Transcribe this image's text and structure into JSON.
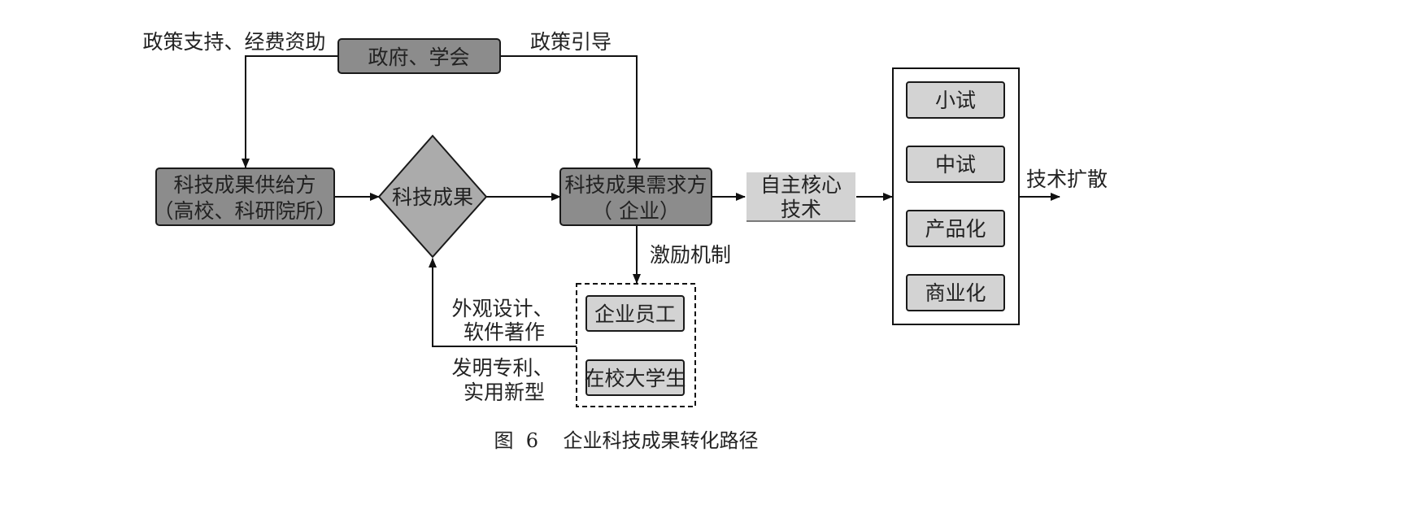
{
  "nodes": {
    "government": "政府、学会",
    "supplier_line1": "科技成果供给方",
    "supplier_line2": "（高校、科研院所）",
    "achievement": "科技成果",
    "demand_line1": "科技成果需求方",
    "demand_line2": "（ 企业）",
    "core_tech_line1": "自主核心",
    "core_tech_line2": "技术",
    "staff": "企业员工",
    "students": "在校大学生",
    "stages": [
      "小试",
      "中试",
      "产品化",
      "商业化"
    ]
  },
  "edge_labels": {
    "policy_support": "政策支持、经费资助",
    "policy_guide": "政策引导",
    "incentive": "激励机制",
    "design_line1": "外观设计、",
    "design_line2": "软件著作",
    "patent_line1": "发明专利、",
    "patent_line2": "实用新型",
    "diffusion": "技术扩散"
  },
  "caption": "图  6    企业科技成果转化路径",
  "colors": {
    "dark_box": "#8c8c8c",
    "mid_box": "#ababab",
    "light_box": "#d3d3d3",
    "stroke": "#1a1a1a"
  }
}
